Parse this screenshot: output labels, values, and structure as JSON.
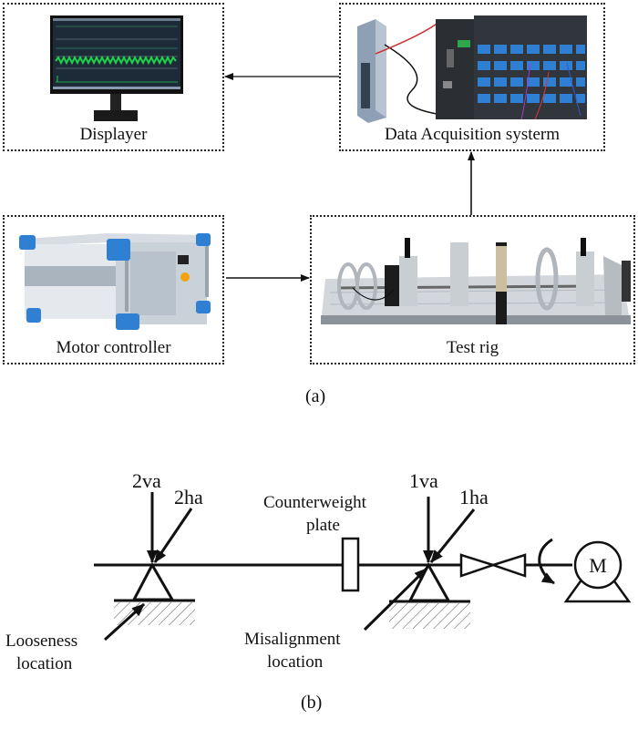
{
  "panel_a": {
    "caption": "(a)",
    "boxes": {
      "displayer": {
        "label": "Displayer",
        "icon": "monitor-icon"
      },
      "daq": {
        "label": "Data Acquisition systerm",
        "icon": "daq-module-icon"
      },
      "motor_controller": {
        "label": "Motor controller",
        "icon": "controller-box-icon"
      },
      "test_rig": {
        "label": "Test rig",
        "icon": "test-rig-icon"
      }
    },
    "flow": [
      {
        "from": "Motor controller",
        "to": "Test rig"
      },
      {
        "from": "Test rig",
        "to": "Data Acquisition systerm"
      },
      {
        "from": "Data Acquisition systerm",
        "to": "Displayer"
      }
    ],
    "colors": {
      "accent_blue": "#2f7fd3",
      "screen_bg": "#1d2a38",
      "signal_green": "#1fd14a"
    }
  },
  "panel_b": {
    "caption": "(b)",
    "sensors": {
      "s2va": "2va",
      "s2ha": "2ha",
      "s1va": "1va",
      "s1ha": "1ha"
    },
    "counterweight_label_line1": "Counterweight",
    "counterweight_label_line2": "plate",
    "looseness_line1": "Looseness",
    "looseness_line2": "location",
    "misalignment_line1": "Misalignment",
    "misalignment_line2": "location",
    "motor_symbol": "M"
  }
}
